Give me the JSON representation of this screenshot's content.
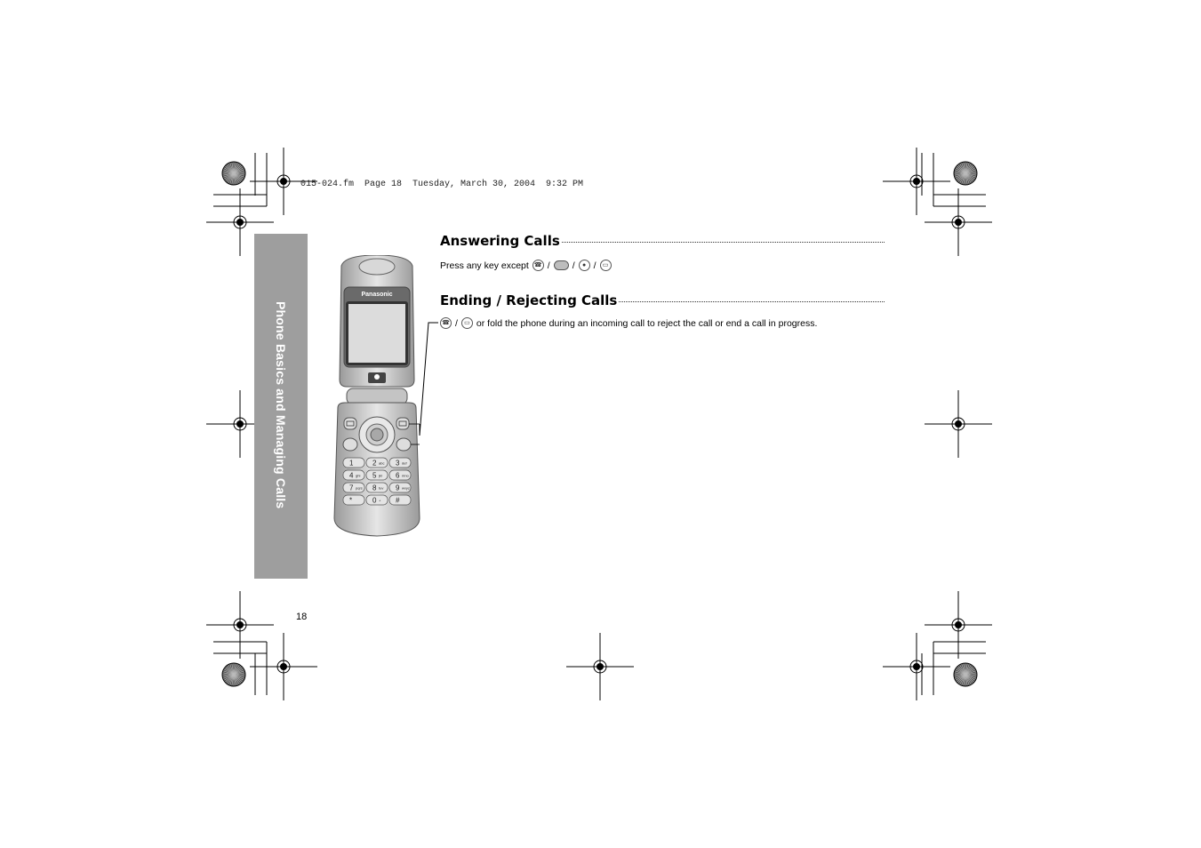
{
  "print_header": "015-024.fm  Page 18  Tuesday, March 30, 2004  9:32 PM",
  "side_tab": {
    "label": "Phone Basics and Managing Calls"
  },
  "page_number": "18",
  "sections": {
    "answering": {
      "title": "Answering Calls",
      "text_prefix": "Press any key except",
      "separator": "/",
      "icons": [
        "end-key-icon",
        "side-key-icon",
        "center-select-icon",
        "right-soft-key-icon"
      ]
    },
    "ending": {
      "title": "Ending / Rejecting Calls",
      "separator": "/",
      "icons": [
        "end-key-icon",
        "right-soft-key-icon"
      ],
      "text_suffix": "or fold the phone during an incoming call to reject the call or end a call in progress."
    }
  },
  "phone_illustration": {
    "brand": "Panasonic",
    "keys": [
      "1",
      "2",
      "3",
      "4",
      "5",
      "6",
      "7",
      "8",
      "9",
      "*",
      "0",
      "#"
    ],
    "key_letters": [
      "",
      "abc",
      "def",
      "ghi",
      "jkl",
      "mno",
      "pqrs",
      "tuv",
      "wxyz",
      "",
      "+",
      ""
    ]
  },
  "colors": {
    "side_tab": "#9e9e9e",
    "side_text": "#ffffff"
  }
}
